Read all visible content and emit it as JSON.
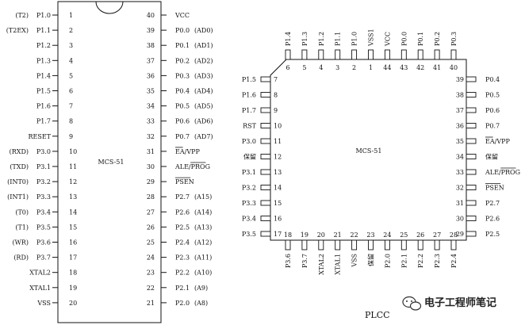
{
  "dip": {
    "chip_label": "MCS-51",
    "left": [
      {
        "num": "1",
        "name": "P1.0",
        "alt": "(T2)"
      },
      {
        "num": "2",
        "name": "P1.1",
        "alt": "(T2EX)"
      },
      {
        "num": "3",
        "name": "P1.2",
        "alt": ""
      },
      {
        "num": "4",
        "name": "P1.3",
        "alt": ""
      },
      {
        "num": "5",
        "name": "P1.4",
        "alt": ""
      },
      {
        "num": "6",
        "name": "P1.5",
        "alt": ""
      },
      {
        "num": "7",
        "name": "P1.6",
        "alt": ""
      },
      {
        "num": "8",
        "name": "P1.7",
        "alt": ""
      },
      {
        "num": "9",
        "name": "RESET",
        "alt": ""
      },
      {
        "num": "10",
        "name": "P3.0",
        "alt": "(RXD)"
      },
      {
        "num": "11",
        "name": "P3.1",
        "alt": "(TXD)"
      },
      {
        "num": "12",
        "name": "P3.2",
        "alt": "(INT0)"
      },
      {
        "num": "13",
        "name": "P3.3",
        "alt": "(INT1)"
      },
      {
        "num": "14",
        "name": "P3.4",
        "alt": "(T0)"
      },
      {
        "num": "15",
        "name": "P3.5",
        "alt": "(T1)"
      },
      {
        "num": "16",
        "name": "P3.6",
        "alt": "(WR)"
      },
      {
        "num": "17",
        "name": "P3.7",
        "alt": "(RD)"
      },
      {
        "num": "18",
        "name": "XTAL2",
        "alt": ""
      },
      {
        "num": "19",
        "name": "XTAL1",
        "alt": ""
      },
      {
        "num": "20",
        "name": "VSS",
        "alt": ""
      }
    ],
    "right": [
      {
        "num": "40",
        "name": "VCC",
        "alt": ""
      },
      {
        "num": "39",
        "name": "P0.0",
        "alt": "(AD0)"
      },
      {
        "num": "38",
        "name": "P0.1",
        "alt": "(AD1)"
      },
      {
        "num": "37",
        "name": "P0.2",
        "alt": "(AD2)"
      },
      {
        "num": "36",
        "name": "P0.3",
        "alt": "(AD3)"
      },
      {
        "num": "35",
        "name": "P0.4",
        "alt": "(AD4)"
      },
      {
        "num": "34",
        "name": "P0.5",
        "alt": "(AD5)"
      },
      {
        "num": "33",
        "name": "P0.6",
        "alt": "(AD6)"
      },
      {
        "num": "32",
        "name": "P0.7",
        "alt": "(AD7)"
      },
      {
        "num": "31",
        "name": "EA/VPP",
        "alt": ""
      },
      {
        "num": "30",
        "name": "ALE/PROG",
        "alt": ""
      },
      {
        "num": "29",
        "name": "PSEN",
        "alt": ""
      },
      {
        "num": "28",
        "name": "P2.7",
        "alt": "(A15)"
      },
      {
        "num": "27",
        "name": "P2.6",
        "alt": "(A14)"
      },
      {
        "num": "26",
        "name": "P2.5",
        "alt": "(A13)"
      },
      {
        "num": "25",
        "name": "P2.4",
        "alt": "(A12)"
      },
      {
        "num": "24",
        "name": "P2.3",
        "alt": "(A11)"
      },
      {
        "num": "23",
        "name": "P2.2",
        "alt": "(A10)"
      },
      {
        "num": "22",
        "name": "P2.1",
        "alt": "(A9)"
      },
      {
        "num": "21",
        "name": "P2.0",
        "alt": "(A8)"
      }
    ]
  },
  "plcc": {
    "chip_label": "MCS-51",
    "caption": "PLCC",
    "top": [
      {
        "num": "6",
        "name": "P1.4"
      },
      {
        "num": "5",
        "name": "P1.3"
      },
      {
        "num": "4",
        "name": "P1.2"
      },
      {
        "num": "3",
        "name": "P1.1"
      },
      {
        "num": "2",
        "name": "P1.0"
      },
      {
        "num": "1",
        "name": "VSS1"
      },
      {
        "num": "44",
        "name": "VCC"
      },
      {
        "num": "43",
        "name": "P0.0"
      },
      {
        "num": "42",
        "name": "P0.1"
      },
      {
        "num": "41",
        "name": "P0.2"
      },
      {
        "num": "40",
        "name": "P0.3"
      }
    ],
    "left": [
      {
        "num": "7",
        "name": "P1.5"
      },
      {
        "num": "8",
        "name": "P1.6"
      },
      {
        "num": "9",
        "name": "P1.7"
      },
      {
        "num": "10",
        "name": "RST"
      },
      {
        "num": "11",
        "name": "P3.0"
      },
      {
        "num": "12",
        "name": "保留"
      },
      {
        "num": "13",
        "name": "P3.1"
      },
      {
        "num": "14",
        "name": "P3.2"
      },
      {
        "num": "15",
        "name": "P3.3"
      },
      {
        "num": "16",
        "name": "P3.4"
      },
      {
        "num": "17",
        "name": "P3.5"
      }
    ],
    "right": [
      {
        "num": "39",
        "name": "P0.4"
      },
      {
        "num": "38",
        "name": "P0.5"
      },
      {
        "num": "37",
        "name": "P0.6"
      },
      {
        "num": "36",
        "name": "P0.7"
      },
      {
        "num": "35",
        "name": "EA/VPP"
      },
      {
        "num": "34",
        "name": "保留"
      },
      {
        "num": "33",
        "name": "ALE/PROG"
      },
      {
        "num": "32",
        "name": "PSEN"
      },
      {
        "num": "31",
        "name": "P2.7"
      },
      {
        "num": "30",
        "name": "P2.6"
      },
      {
        "num": "29",
        "name": "P2.5"
      }
    ],
    "bottom": [
      {
        "num": "18",
        "name": "P3.6"
      },
      {
        "num": "19",
        "name": "P3.7"
      },
      {
        "num": "20",
        "name": "XTAL2"
      },
      {
        "num": "21",
        "name": "XTAL1"
      },
      {
        "num": "22",
        "name": "VSS"
      },
      {
        "num": "23",
        "name": "保留"
      },
      {
        "num": "24",
        "name": "P2.0"
      },
      {
        "num": "25",
        "name": "P2.1"
      },
      {
        "num": "26",
        "name": "P2.2"
      },
      {
        "num": "27",
        "name": "P2.3"
      },
      {
        "num": "28",
        "name": "P2.4"
      }
    ]
  },
  "watermark": {
    "text": "电子工程师笔记",
    "icon": "wechat-icon"
  },
  "colors": {
    "line": "#111111",
    "background": "#ffffff"
  }
}
